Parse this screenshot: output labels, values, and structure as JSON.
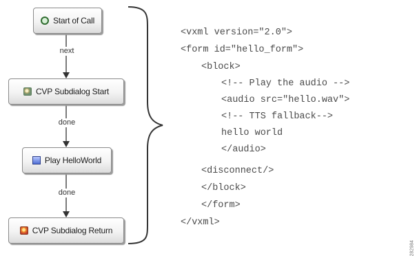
{
  "flow": {
    "nodes": [
      {
        "label": "Start of Call",
        "icon": "start-circle-icon"
      },
      {
        "label": "CVP Subdialog Start",
        "icon": "subdialog-start-icon"
      },
      {
        "label": "Play HelloWorld",
        "icon": "audio-element-icon"
      },
      {
        "label": "CVP Subdialog Return",
        "icon": "subdialog-return-icon"
      }
    ],
    "edges": [
      "next",
      "done",
      "done"
    ]
  },
  "code_lines": [
    "<vxml version=\"2.0\">",
    "<form id=\"hello_form\">",
    "<block>",
    "<!-- Play the audio -->",
    "<audio src=\"hello.wav\">",
    "<!-- TTS fallback-->",
    "hello world",
    "</audio>",
    "<disconnect/>",
    "</block>",
    "</form>",
    "</vxml>"
  ],
  "figure_id": "282984",
  "colors": {
    "line": "#333333",
    "brace": "#333333",
    "code_text": "#4a4a4a"
  }
}
